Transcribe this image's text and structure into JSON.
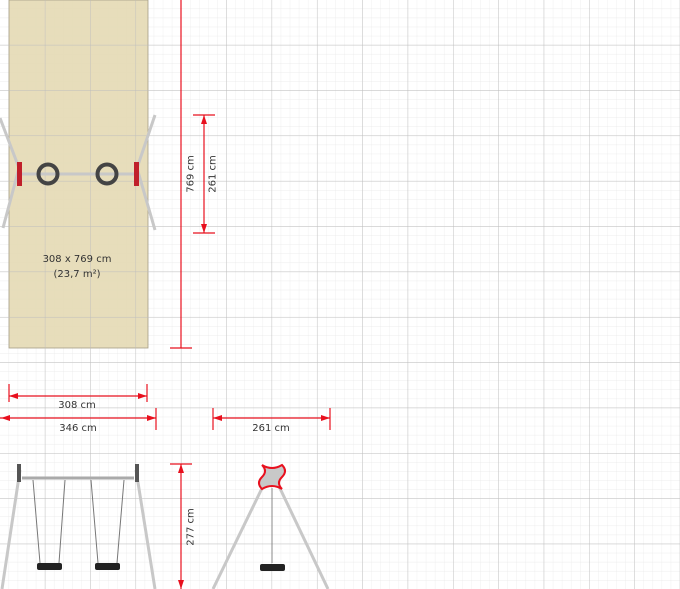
{
  "top_view": {
    "area_label": "308 x 769 cm",
    "area_m2": "(23,7 m²)"
  },
  "dimensions": {
    "total_length": "769 cm",
    "frame_depth": "261 cm",
    "frame_width_inner": "308 cm",
    "frame_width_outer": "346 cm",
    "side_width": "261 cm",
    "height": "277 cm"
  },
  "colors": {
    "dimension": "#e8101e",
    "safety_zone": "#e6dcb8",
    "frame": "#c8c8c8"
  }
}
